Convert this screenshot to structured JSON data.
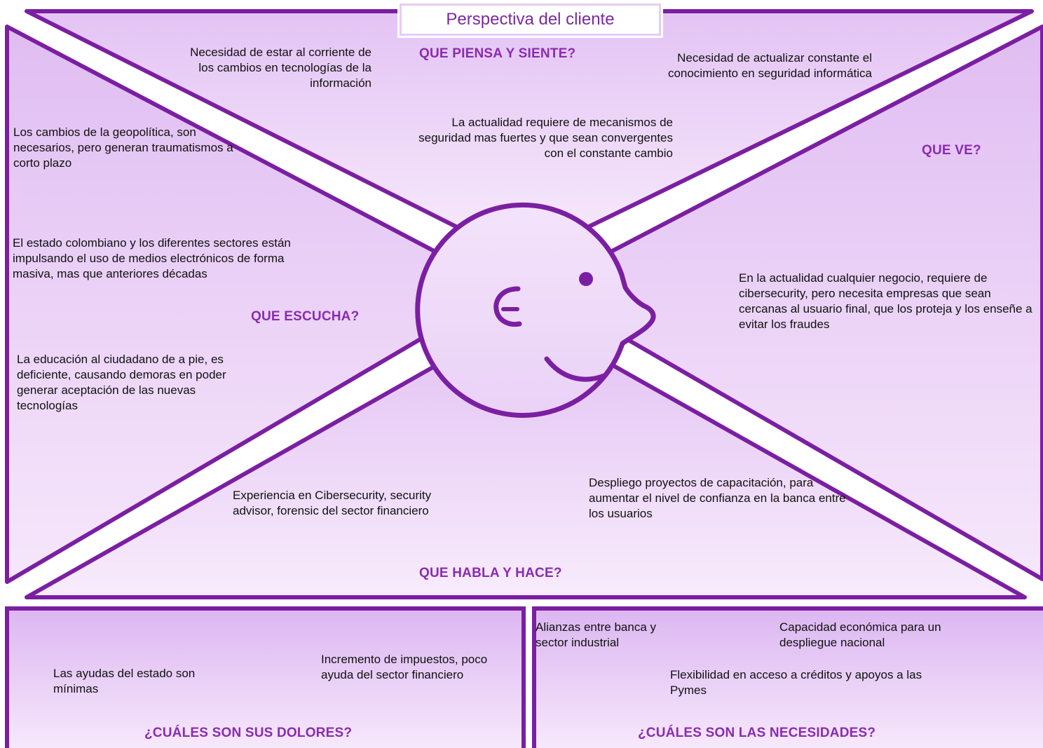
{
  "title": "Perspectiva del cliente",
  "colors": {
    "frame": "#7b1fa2",
    "fill_light": "#f7eafc",
    "fill_dark": "#e6c6f5",
    "heading": "#8a2bb0"
  },
  "sections": {
    "piensa": {
      "heading": "QUE PIENSA Y SIENTE?",
      "notes": [
        "Necesidad de estar al corriente de los cambios en tecnologías de la información",
        "Necesidad de actualizar constante el conocimiento en seguridad informática",
        "La actualidad requiere de mecanismos de seguridad mas fuertes y que sean convergentes con el constante cambio"
      ]
    },
    "ve": {
      "heading": "QUE VE?",
      "notes": [
        "En la actualidad cualquier negocio, requiere de cibersecurity, pero necesita empresas que sean cercanas al usuario final, que los proteja y los enseñe a evitar los fraudes"
      ]
    },
    "escucha": {
      "heading": "QUE ESCUCHA?",
      "notes": [
        "Los cambios de la geopolítica, son necesarios, pero generan traumatismos a corto plazo",
        "El estado colombiano y los diferentes sectores están impulsando el uso de medios electrónicos de forma masiva, mas que anteriores décadas",
        "La educación al ciudadano de a pie, es deficiente, causando demoras en poder generar aceptación de las nuevas tecnologías"
      ]
    },
    "habla": {
      "heading": "QUE HABLA Y HACE?",
      "notes": [
        "Experiencia en Cibersecurity, security advisor, forensic del sector financiero",
        "Despliego proyectos de capacitación, para aumentar el nivel de confianza en la banca entre los usuarios"
      ]
    },
    "dolores": {
      "heading": "¿CUÁLES SON SUS DOLORES?",
      "notes": [
        "Las ayudas del estado son mínimas",
        "Incremento de impuestos, poco ayuda del sector financiero"
      ]
    },
    "necesidades": {
      "heading": "¿CUÁLES SON LAS NECESIDADES?",
      "notes": [
        "Alianzas entre banca y sector industrial",
        "Capacidad económica para un despliegue nacional",
        "Flexibilidad en acceso a créditos y apoyos a las Pymes"
      ]
    }
  }
}
